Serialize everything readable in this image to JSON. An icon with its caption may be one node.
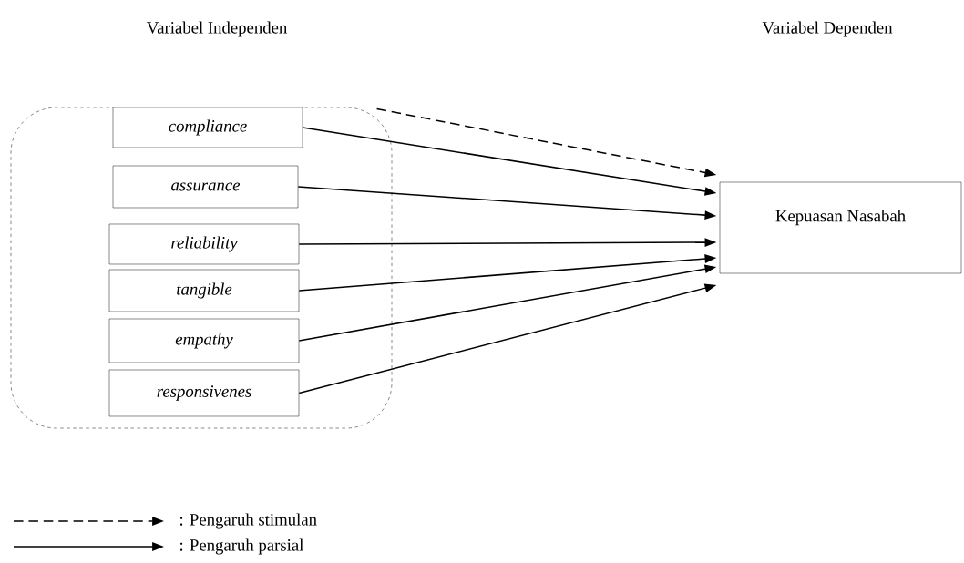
{
  "diagram": {
    "nodes": [
      {
        "text": [],
        "shape": "box"
      },
      {
        "text": [
          "compliance"
        ],
        "in": 0
      },
      {
        "text": [
          "assurance"
        ],
        "in": 0
      },
      {
        "text": [
          "reliability"
        ],
        "in": 0
      },
      {
        "text": [
          "tangible"
        ],
        "in": 0
      },
      {
        "text": [
          "empathy"
        ],
        "in": 0
      },
      {
        "text": [
          "responsivenes"
        ],
        "in": 0
      },
      {
        "text": [
          "Kepuasan Nasabah"
        ]
      }
    ],
    "edges": [
      {
        "from": 0,
        "to": 7,
        "arrow": "to",
        "style": "dashed"
      },
      {
        "from": 1,
        "to": 7,
        "arrow": "to"
      },
      {
        "from": 2,
        "to": 7,
        "arrow": "to"
      },
      {
        "from": 3,
        "to": 7,
        "arrow": "to"
      },
      {
        "from": 4,
        "to": 7,
        "arrow": "to"
      },
      {
        "from": 5,
        "to": 7,
        "arrow": "to"
      },
      {
        "from": 6,
        "to": 7,
        "arrow": "to"
      }
    ],
    "labels": [
      "Variabel Independen",
      "Variabel Dependen"
    ],
    "legend": [
      {
        "text": ": Pengaruh stimulan"
      },
      {
        "text": ": Pengaruh parsial"
      }
    ]
  }
}
